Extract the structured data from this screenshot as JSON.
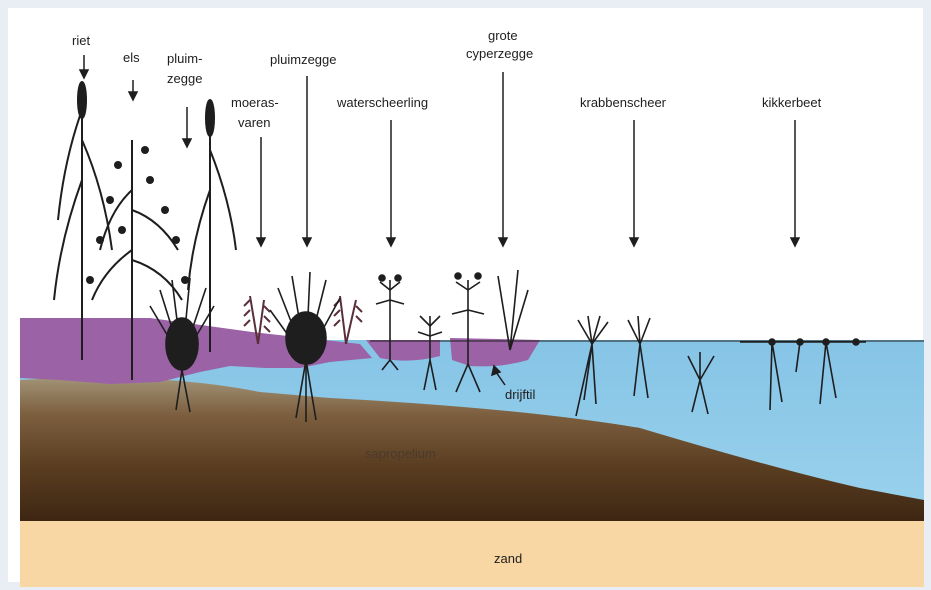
{
  "labels": {
    "riet": "riet",
    "els": "els",
    "pluimzegge_small_line1": "pluim-",
    "pluimzegge_small_line2": "zegge",
    "moerasvaren_line1": "moeras-",
    "moerasvaren_line2": "varen",
    "pluimzegge": "pluimzegge",
    "waterscheerling": "waterscheerling",
    "grote_line1": "grote",
    "grote_line2": "cyperzegge",
    "krabbenscheer": "krabbenscheer",
    "kikkerbeet": "kikkerbeet",
    "drijftil": "drijftil",
    "sapropelium": "sapropelium",
    "zand": "zand"
  },
  "colors": {
    "peat": "#9b62a6",
    "water": "#8fcbe9",
    "mud_top": "#8a7860",
    "mud_mid": "#6b4c2c",
    "mud_bottom": "#4b3018",
    "sand": "#f9d7a4",
    "ink": "#1e1e1e"
  }
}
